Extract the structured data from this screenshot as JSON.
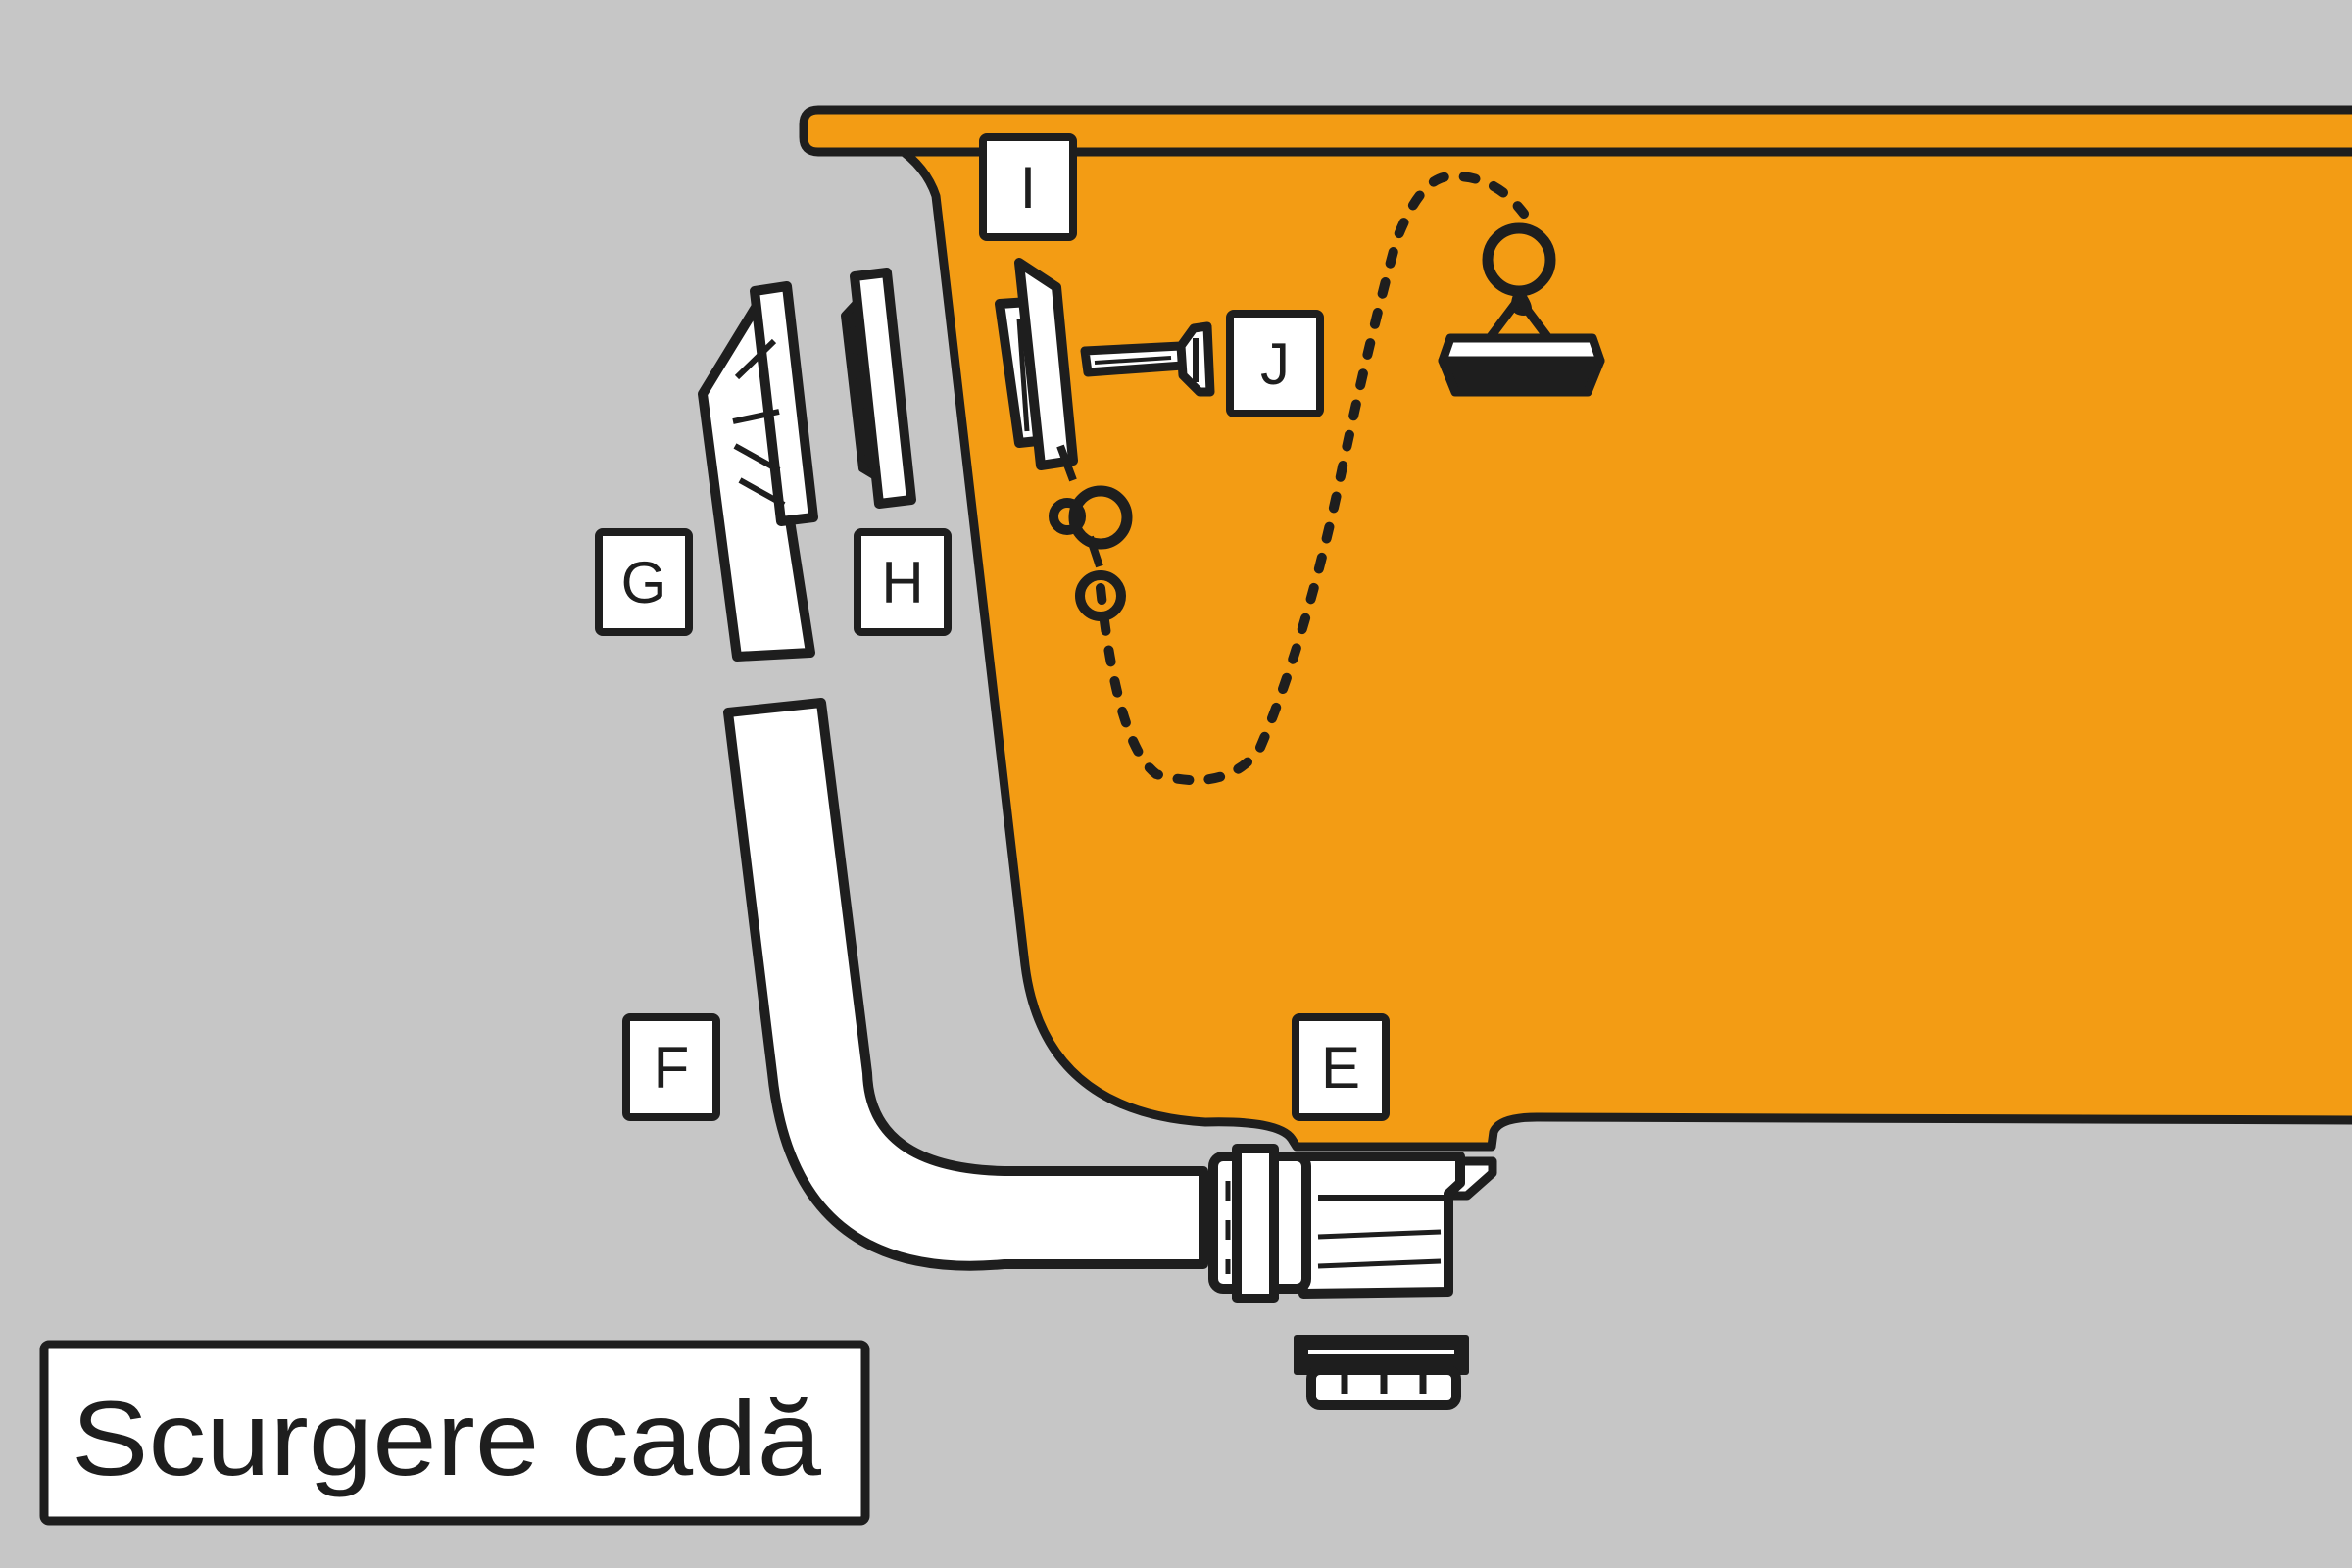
{
  "title": "Scurgere cadă",
  "labels": {
    "E": "E",
    "F": "F",
    "G": "G",
    "H": "H",
    "I": "I",
    "J": "J"
  },
  "colors": {
    "background": "#c6c6c6",
    "bathtub": "#f39c14",
    "outline": "#1e1e1e",
    "part_fill": "#ffffff"
  }
}
